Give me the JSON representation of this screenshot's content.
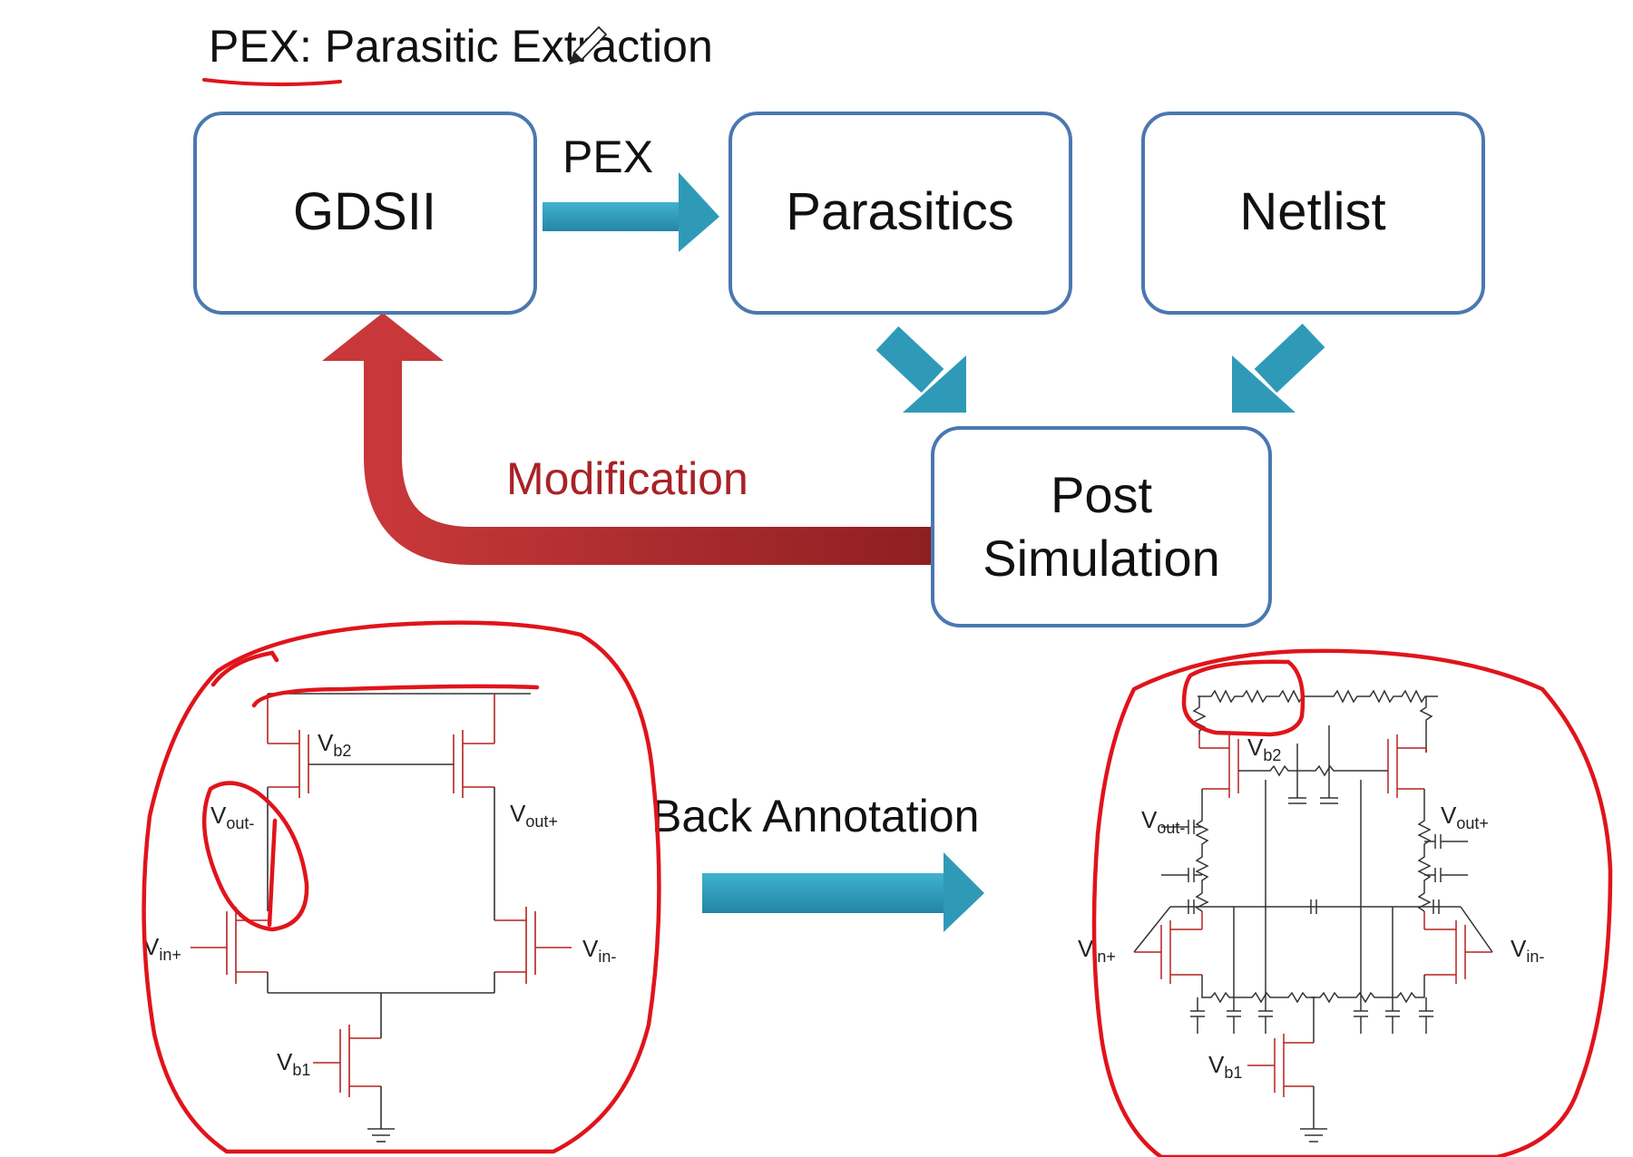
{
  "title": "PEX: Parasitic Extraction",
  "colors": {
    "box_border": "#4a78b0",
    "teal_arrow": "#2f9ab8",
    "red_arrow": "#b82a2e",
    "ink": "#e0141b",
    "schematic_red": "#b3231f"
  },
  "flow": {
    "boxes": {
      "gdsii": "GDSII",
      "parasitics": "Parasitics",
      "netlist": "Netlist",
      "post_line1": "Post",
      "post_line2": "Simulation"
    },
    "pex_label": "PEX",
    "modification_label": "Modification"
  },
  "back_annotation_label": "Back Annotation",
  "left_circuit": {
    "vb2": "V",
    "vb2_sub": "b2",
    "vout_minus": "V",
    "vout_minus_sub": "out-",
    "vout_plus": "V",
    "vout_plus_sub": "out+",
    "vin_plus": "V",
    "vin_plus_sub": "in+",
    "vin_minus": "V",
    "vin_minus_sub": "in-",
    "vb1": "V",
    "vb1_sub": "b1"
  },
  "right_circuit": {
    "vb2": "V",
    "vb2_sub": "b2",
    "vout_minus": "V",
    "vout_minus_sub": "out-",
    "vout_plus": "V",
    "vout_plus_sub": "out+",
    "vin_plus": "V",
    "vin_plus_sub": "in+",
    "vin_minus": "V",
    "vin_minus_sub": "in-",
    "vb1": "V",
    "vb1_sub": "b1"
  }
}
